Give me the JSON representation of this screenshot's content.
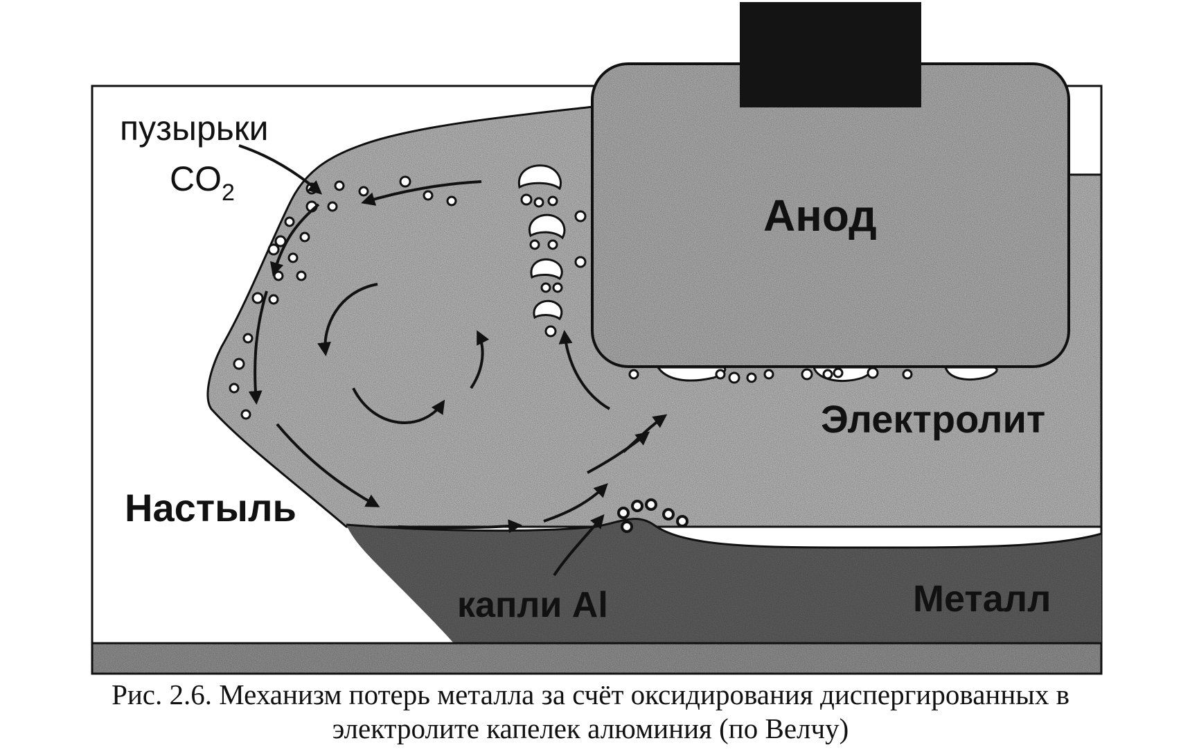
{
  "labels": {
    "bubbles_line1": "пузырьки",
    "bubbles_co": "CO",
    "bubbles_sub": "2",
    "anode": "Анод",
    "electrolyte": "Электролит",
    "crust": "Настыль",
    "al_drops": "капли Al",
    "metal": "Металл"
  },
  "caption": {
    "line1": "Рис. 2.6. Механизм потерь металла за счёт оксидирования диспергированных в",
    "line2": "электролите капелек алюминия (по Велчу)"
  },
  "colors": {
    "electrolyte": "#b2b2b2",
    "metal": "#5c5c5c",
    "anode": "#a8a8a8",
    "stub": "#141414",
    "bottom": "#8c8c8c",
    "ink": "#111111"
  }
}
